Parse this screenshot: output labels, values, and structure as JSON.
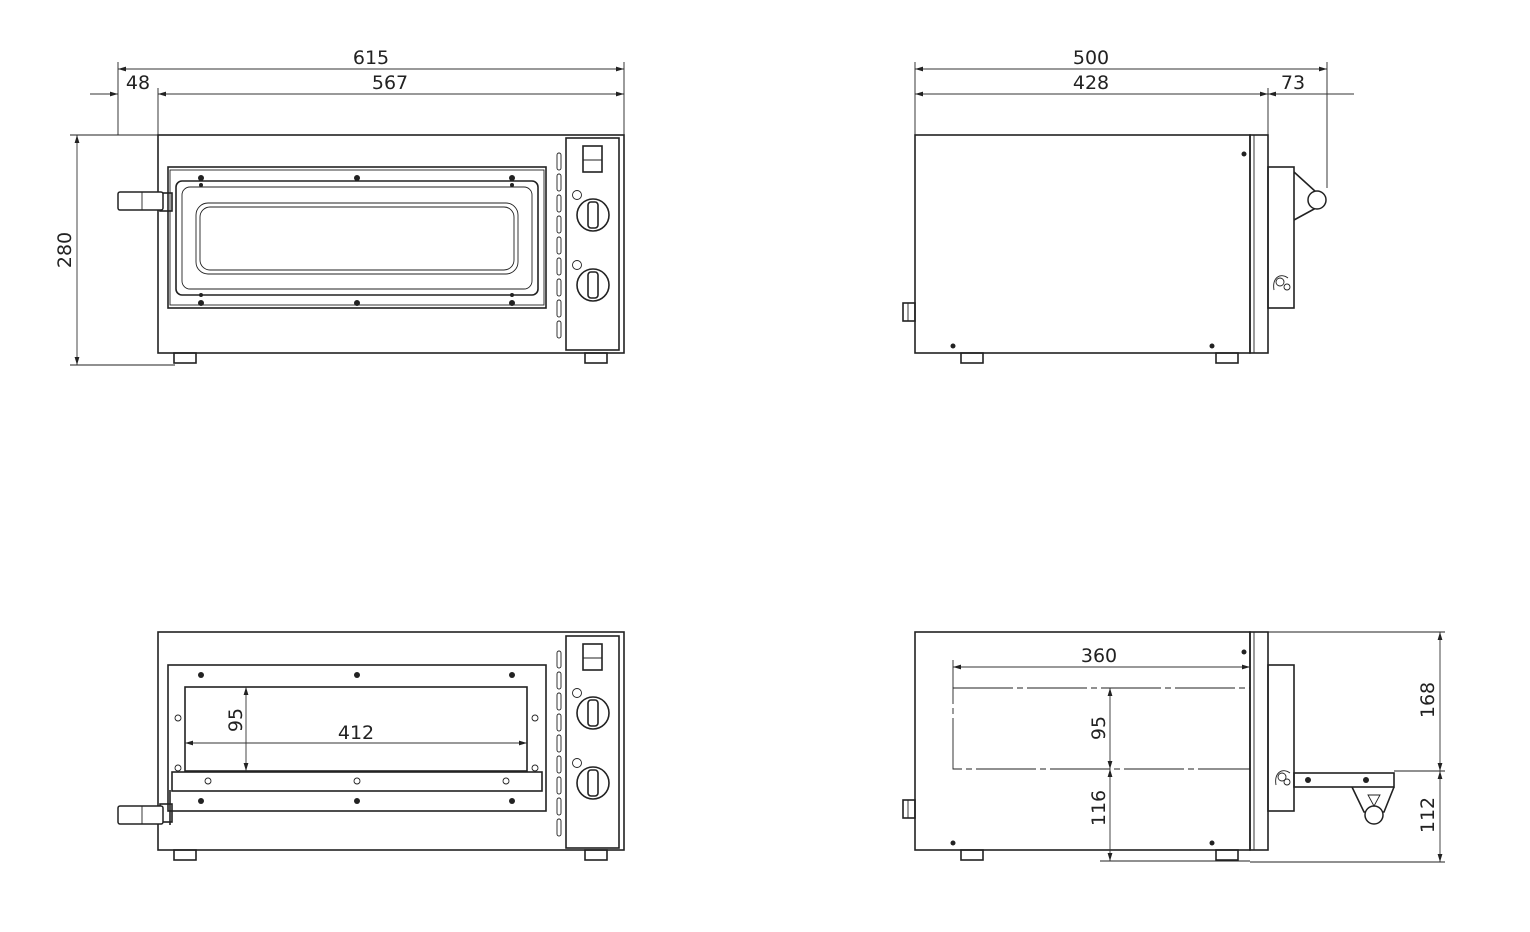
{
  "front_view": {
    "overall_width": "615",
    "handle_offset": "48",
    "body_width": "567",
    "height": "280"
  },
  "side_view": {
    "overall_depth": "500",
    "body_depth": "428",
    "handle_depth": "73"
  },
  "front_open_view": {
    "chamber_height": "95",
    "chamber_width": "412"
  },
  "side_open_view": {
    "chamber_depth": "360",
    "chamber_height": "95",
    "floor_height": "116",
    "top_height": "168",
    "door_height": "112"
  }
}
